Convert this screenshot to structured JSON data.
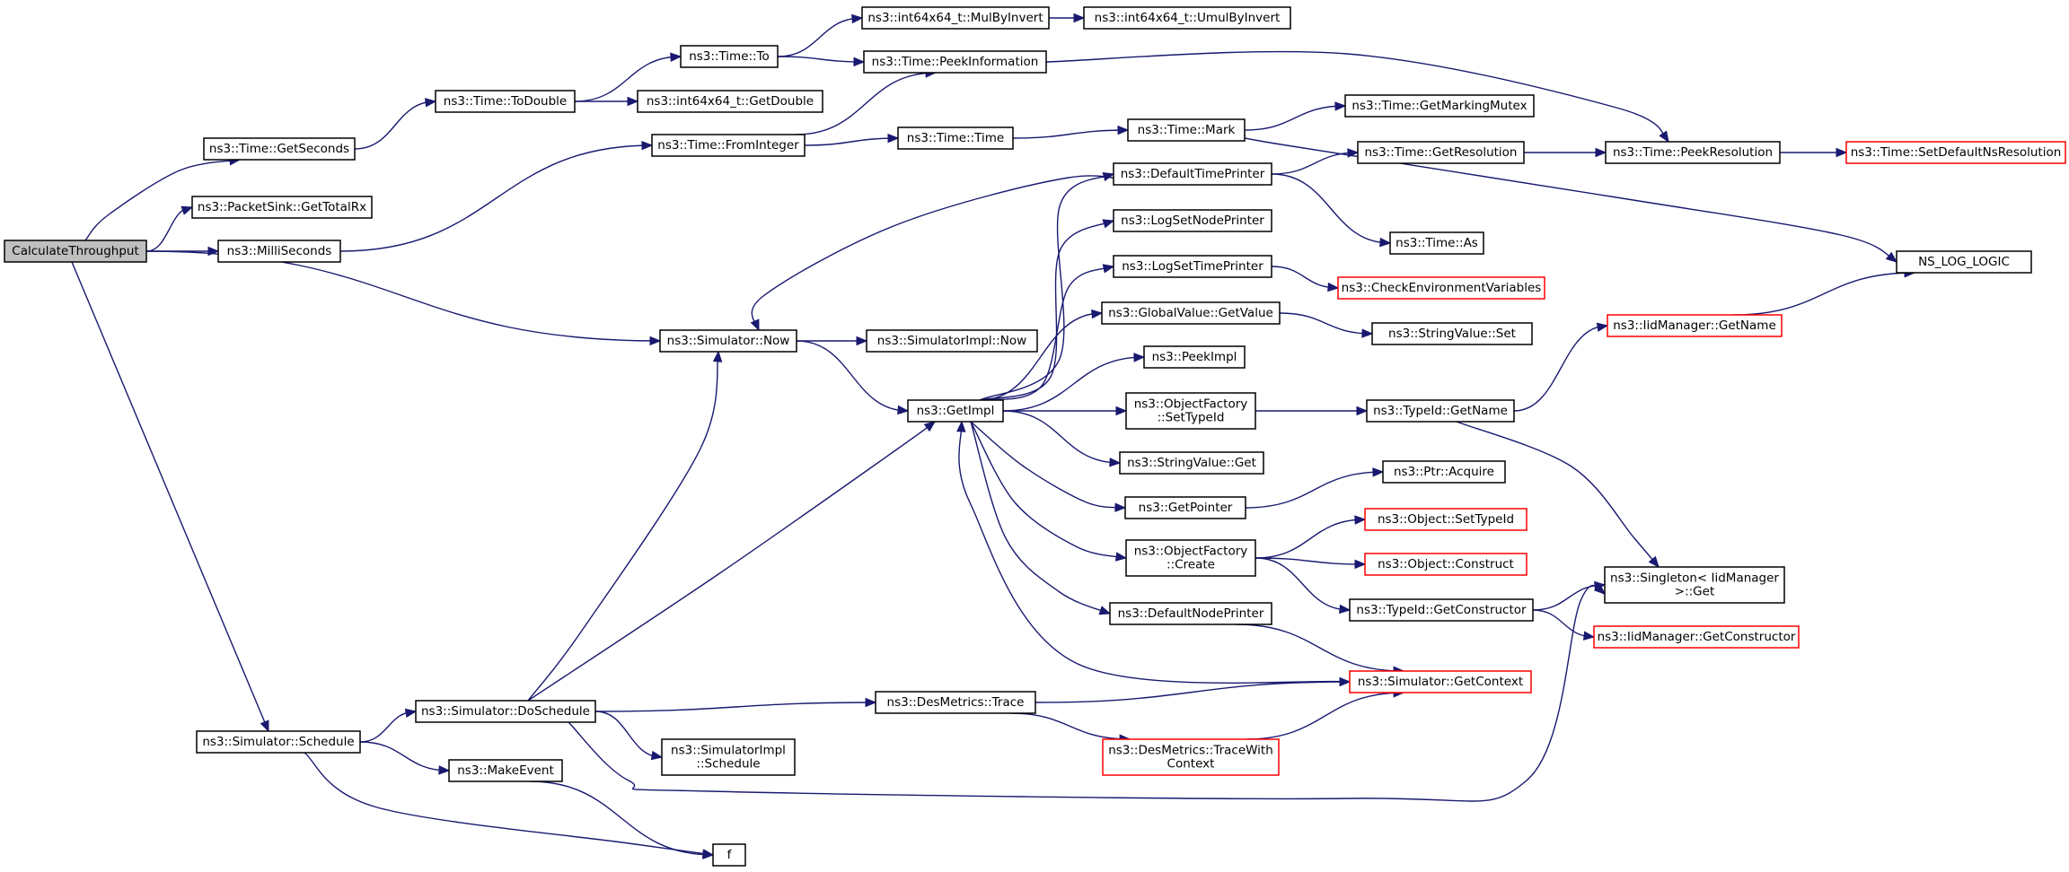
{
  "graph": {
    "edge_color": "#191970",
    "node_border_color": "#000000",
    "missing_border_color": "#ff0000",
    "root_fill_color": "#bfbfbf",
    "nodes": [
      {
        "id": "calc",
        "lines": [
          "CalculateThroughput"
        ],
        "style": "root"
      },
      {
        "id": "getSeconds",
        "lines": [
          "ns3::Time::GetSeconds"
        ]
      },
      {
        "id": "getTotalRx",
        "lines": [
          "ns3::PacketSink::GetTotalRx"
        ]
      },
      {
        "id": "milliSeconds",
        "lines": [
          "ns3::MilliSeconds"
        ]
      },
      {
        "id": "simNow",
        "lines": [
          "ns3::Simulator::Now"
        ]
      },
      {
        "id": "simSchedule",
        "lines": [
          "ns3::Simulator::Schedule"
        ]
      },
      {
        "id": "toDouble",
        "lines": [
          "ns3::Time::ToDouble"
        ]
      },
      {
        "id": "timeTo",
        "lines": [
          "ns3::Time::To"
        ]
      },
      {
        "id": "int64GetDouble",
        "lines": [
          "ns3::int64x64_t::GetDouble"
        ]
      },
      {
        "id": "mulByInvert",
        "lines": [
          "ns3::int64x64_t::MulByInvert"
        ]
      },
      {
        "id": "umulByInvert",
        "lines": [
          "ns3::int64x64_t::UmulByInvert"
        ]
      },
      {
        "id": "peekInformation",
        "lines": [
          "ns3::Time::PeekInformation"
        ]
      },
      {
        "id": "fromInteger",
        "lines": [
          "ns3::Time::FromInteger"
        ]
      },
      {
        "id": "timeTime",
        "lines": [
          "ns3::Time::Time"
        ]
      },
      {
        "id": "timeMark",
        "lines": [
          "ns3::Time::Mark"
        ]
      },
      {
        "id": "getMarkingMutex",
        "lines": [
          "ns3::Time::GetMarkingMutex"
        ]
      },
      {
        "id": "getResolution",
        "lines": [
          "ns3::Time::GetResolution"
        ]
      },
      {
        "id": "peekResolution",
        "lines": [
          "ns3::Time::PeekResolution"
        ]
      },
      {
        "id": "setDefaultNsRes",
        "lines": [
          "ns3::Time::SetDefaultNsResolution"
        ],
        "style": "missing"
      },
      {
        "id": "nsLogLogic",
        "lines": [
          "NS_LOG_LOGIC"
        ]
      },
      {
        "id": "simImplNow",
        "lines": [
          "ns3::SimulatorImpl::Now"
        ]
      },
      {
        "id": "getImpl",
        "lines": [
          "ns3::GetImpl"
        ]
      },
      {
        "id": "defaultTimePrinter",
        "lines": [
          "ns3::DefaultTimePrinter"
        ]
      },
      {
        "id": "logSetNodePrinter",
        "lines": [
          "ns3::LogSetNodePrinter"
        ]
      },
      {
        "id": "logSetTimePrinter",
        "lines": [
          "ns3::LogSetTimePrinter"
        ]
      },
      {
        "id": "globalValueGetValue",
        "lines": [
          "ns3::GlobalValue::GetValue"
        ]
      },
      {
        "id": "peekImpl",
        "lines": [
          "ns3::PeekImpl"
        ]
      },
      {
        "id": "objFactorySetTypeId",
        "lines": [
          "ns3::ObjectFactory",
          "::SetTypeId"
        ]
      },
      {
        "id": "stringValueGet",
        "lines": [
          "ns3::StringValue::Get"
        ]
      },
      {
        "id": "getPointer",
        "lines": [
          "ns3::GetPointer"
        ]
      },
      {
        "id": "objFactoryCreate",
        "lines": [
          "ns3::ObjectFactory",
          "::Create"
        ]
      },
      {
        "id": "defaultNodePrinter",
        "lines": [
          "ns3::DefaultNodePrinter"
        ]
      },
      {
        "id": "timeAs",
        "lines": [
          "ns3::Time::As"
        ]
      },
      {
        "id": "checkEnvVars",
        "lines": [
          "ns3::CheckEnvironmentVariables"
        ],
        "style": "missing"
      },
      {
        "id": "stringValueSet",
        "lines": [
          "ns3::StringValue::Set"
        ]
      },
      {
        "id": "typeIdGetName",
        "lines": [
          "ns3::TypeId::GetName"
        ]
      },
      {
        "id": "ptrAcquire",
        "lines": [
          "ns3::Ptr::Acquire"
        ]
      },
      {
        "id": "objectSetTypeId",
        "lines": [
          "ns3::Object::SetTypeId"
        ],
        "style": "missing"
      },
      {
        "id": "objectConstruct",
        "lines": [
          "ns3::Object::Construct"
        ],
        "style": "missing"
      },
      {
        "id": "typeIdGetConstructor",
        "lines": [
          "ns3::TypeId::GetConstructor"
        ]
      },
      {
        "id": "iidGetName",
        "lines": [
          "ns3::IidManager::GetName"
        ],
        "style": "missing"
      },
      {
        "id": "singletonGet",
        "lines": [
          "ns3::Singleton< IidManager",
          ">::Get"
        ]
      },
      {
        "id": "iidGetConstructor",
        "lines": [
          "ns3::IidManager::GetConstructor"
        ],
        "style": "missing"
      },
      {
        "id": "simGetContext",
        "lines": [
          "ns3::Simulator::GetContext"
        ],
        "style": "missing"
      },
      {
        "id": "simDoSchedule",
        "lines": [
          "ns3::Simulator::DoSchedule"
        ]
      },
      {
        "id": "desMetricsTrace",
        "lines": [
          "ns3::DesMetrics::Trace"
        ]
      },
      {
        "id": "desMetricsTraceWithContext",
        "lines": [
          "ns3::DesMetrics::TraceWith",
          "Context"
        ],
        "style": "missing"
      },
      {
        "id": "simImplSchedule",
        "lines": [
          "ns3::SimulatorImpl",
          "::Schedule"
        ]
      },
      {
        "id": "makeEvent",
        "lines": [
          "ns3::MakeEvent"
        ]
      },
      {
        "id": "f",
        "lines": [
          "f"
        ]
      }
    ],
    "edges": [
      {
        "from": "calc",
        "to": "getSeconds"
      },
      {
        "from": "calc",
        "to": "getTotalRx"
      },
      {
        "from": "calc",
        "to": "milliSeconds"
      },
      {
        "from": "calc",
        "to": "simNow"
      },
      {
        "from": "calc",
        "to": "simSchedule"
      },
      {
        "from": "getSeconds",
        "to": "toDouble"
      },
      {
        "from": "toDouble",
        "to": "timeTo"
      },
      {
        "from": "toDouble",
        "to": "int64GetDouble"
      },
      {
        "from": "timeTo",
        "to": "mulByInvert"
      },
      {
        "from": "timeTo",
        "to": "peekInformation"
      },
      {
        "from": "mulByInvert",
        "to": "umulByInvert"
      },
      {
        "from": "peekInformation",
        "to": "peekResolution"
      },
      {
        "from": "milliSeconds",
        "to": "fromInteger"
      },
      {
        "from": "fromInteger",
        "to": "peekInformation"
      },
      {
        "from": "fromInteger",
        "to": "timeTime"
      },
      {
        "from": "timeTime",
        "to": "timeMark"
      },
      {
        "from": "timeMark",
        "to": "getMarkingMutex"
      },
      {
        "from": "timeMark",
        "to": "nsLogLogic"
      },
      {
        "from": "getResolution",
        "to": "peekResolution"
      },
      {
        "from": "peekResolution",
        "to": "setDefaultNsRes"
      },
      {
        "from": "simNow",
        "to": "simImplNow"
      },
      {
        "from": "simNow",
        "to": "getImpl"
      },
      {
        "from": "getImpl",
        "to": "defaultTimePrinter"
      },
      {
        "from": "getImpl",
        "to": "logSetNodePrinter"
      },
      {
        "from": "getImpl",
        "to": "logSetTimePrinter"
      },
      {
        "from": "getImpl",
        "to": "globalValueGetValue"
      },
      {
        "from": "getImpl",
        "to": "peekImpl"
      },
      {
        "from": "getImpl",
        "to": "objFactorySetTypeId"
      },
      {
        "from": "getImpl",
        "to": "stringValueGet"
      },
      {
        "from": "getImpl",
        "to": "getPointer"
      },
      {
        "from": "getImpl",
        "to": "objFactoryCreate"
      },
      {
        "from": "getImpl",
        "to": "defaultNodePrinter"
      },
      {
        "from": "defaultTimePrinter",
        "to": "getResolution"
      },
      {
        "from": "defaultTimePrinter",
        "to": "timeAs"
      },
      {
        "from": "defaultTimePrinter",
        "to": "simNow"
      },
      {
        "from": "logSetTimePrinter",
        "to": "checkEnvVars"
      },
      {
        "from": "globalValueGetValue",
        "to": "stringValueSet"
      },
      {
        "from": "objFactorySetTypeId",
        "to": "typeIdGetName"
      },
      {
        "from": "typeIdGetName",
        "to": "iidGetName"
      },
      {
        "from": "typeIdGetName",
        "to": "singletonGet"
      },
      {
        "from": "iidGetName",
        "to": "nsLogLogic"
      },
      {
        "from": "getPointer",
        "to": "ptrAcquire"
      },
      {
        "from": "objFactoryCreate",
        "to": "objectSetTypeId"
      },
      {
        "from": "objFactoryCreate",
        "to": "objectConstruct"
      },
      {
        "from": "objFactoryCreate",
        "to": "typeIdGetConstructor"
      },
      {
        "from": "typeIdGetConstructor",
        "to": "singletonGet"
      },
      {
        "from": "typeIdGetConstructor",
        "to": "iidGetConstructor"
      },
      {
        "from": "defaultNodePrinter",
        "to": "simGetContext"
      },
      {
        "from": "simGetContext",
        "to": "getImpl"
      },
      {
        "from": "simSchedule",
        "to": "simDoSchedule"
      },
      {
        "from": "simSchedule",
        "to": "makeEvent"
      },
      {
        "from": "simSchedule",
        "to": "f"
      },
      {
        "from": "simDoSchedule",
        "to": "simNow"
      },
      {
        "from": "simDoSchedule",
        "to": "getImpl"
      },
      {
        "from": "simDoSchedule",
        "to": "desMetricsTrace"
      },
      {
        "from": "simDoSchedule",
        "to": "simImplSchedule"
      },
      {
        "from": "simDoSchedule",
        "to": "singletonGet"
      },
      {
        "from": "desMetricsTrace",
        "to": "simGetContext"
      },
      {
        "from": "desMetricsTrace",
        "to": "desMetricsTraceWithContext"
      },
      {
        "from": "desMetricsTraceWithContext",
        "to": "simGetContext"
      },
      {
        "from": "makeEvent",
        "to": "f"
      }
    ]
  }
}
